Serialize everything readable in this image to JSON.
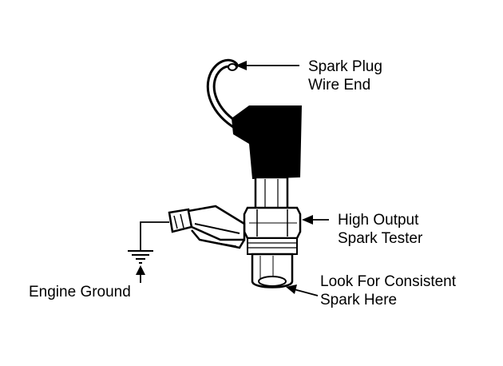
{
  "labels": {
    "spark_plug_wire_end": [
      "Spark Plug",
      "Wire End"
    ],
    "high_output_spark_tester": [
      "High Output",
      "Spark Tester"
    ],
    "look_for_consistent_spark": [
      "Look For Consistent",
      "Spark Here"
    ],
    "engine_ground": "Engine Ground"
  },
  "colors": {
    "ink": "#000000",
    "paper": "#ffffff"
  }
}
